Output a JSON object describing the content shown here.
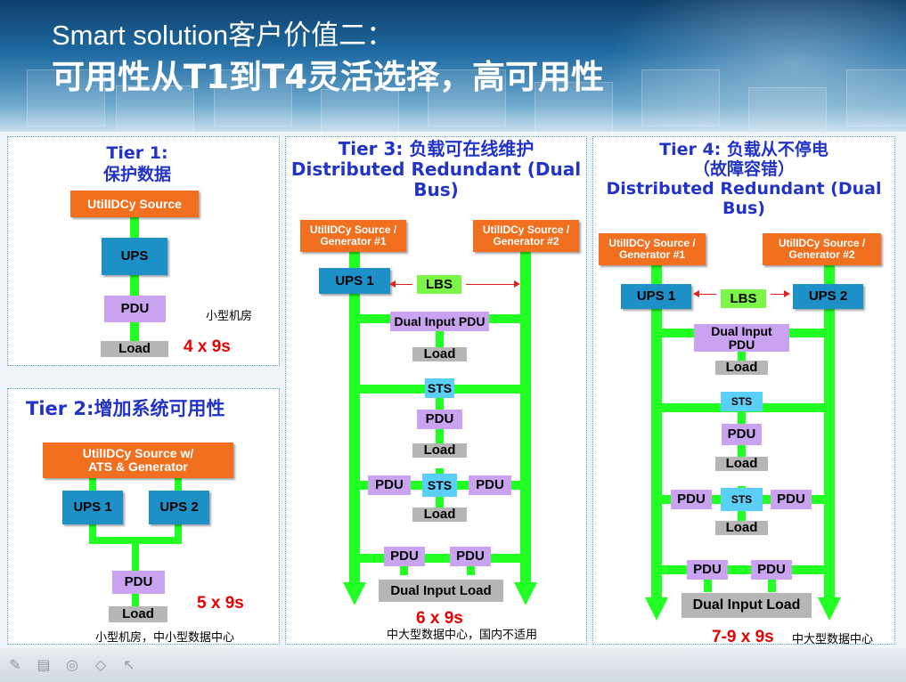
{
  "header": {
    "title_line1": "Smart solution客户价值二：",
    "title_line2": "可用性从T1到T4灵活选择，高可用性"
  },
  "tier1": {
    "title_line1": "Tier 1:",
    "title_line2": "保护数据",
    "source": "UtilIDCy Source",
    "ups": "UPS",
    "pdu": "PDU",
    "load": "Load",
    "nines": "4 x 9s",
    "note": "小型机房"
  },
  "tier2": {
    "title": "Tier 2:增加系统可用性",
    "source_line1": "UtilIDCy Source w/",
    "source_line2": "ATS & Generator",
    "ups1": "UPS 1",
    "ups2": "UPS 2",
    "pdu": "PDU",
    "load": "Load",
    "nines": "5 x 9s",
    "note": "小型机房，中小型数据中心"
  },
  "tier3": {
    "title_line1": "Tier 3: 负载可在线维护",
    "title_line2": "Distributed Redundant (Dual",
    "title_line3": "Bus)",
    "source1_line1": "UtilIDCy Source /",
    "source1_line2": "Generator #1",
    "source2_line1": "UtilIDCy Source /",
    "source2_line2": "Generator #2",
    "ups1": "UPS 1",
    "lbs": "LBS",
    "dual_pdu": "Dual Input PDU",
    "load": "Load",
    "sts": "STS",
    "pdu": "PDU",
    "dual_load": "Dual Input Load",
    "nines": "6 x 9s",
    "note": "中大型数据中心，国内不适用"
  },
  "tier4": {
    "title_line1": "Tier 4: 负载从不停电",
    "title_line2": "（故障容错）",
    "title_line3": "Distributed Redundant (Dual",
    "title_line4": "Bus)",
    "source1_line1": "UtilIDCy Source /",
    "source1_line2": "Generator #1",
    "source2_line1": "UtilIDCy Source /",
    "source2_line2": "Generator #2",
    "ups1": "UPS 1",
    "ups2": "UPS 2",
    "lbs": "LBS",
    "dual_pdu_line1": "Dual Input",
    "dual_pdu_line2": "PDU",
    "load": "Load",
    "sts": "STS",
    "pdu": "PDU",
    "dual_load": "Dual Input Load",
    "nines": "7-9 x 9s",
    "note": "中大型数据中心"
  },
  "colors": {
    "title_blue": "#2233c8",
    "source_orange": "#f07020",
    "ups_blue": "#1e90c8",
    "pdu_purple": "#c9a2f0",
    "load_gray": "#b6b6b6",
    "sts_cyan": "#5ad0f8",
    "bus_green": "#22ff22",
    "nines_red": "#e60000"
  },
  "footer_icons": [
    "pencil-icon",
    "slide-icon",
    "pen-icon",
    "eraser-icon",
    "pointer-icon"
  ]
}
